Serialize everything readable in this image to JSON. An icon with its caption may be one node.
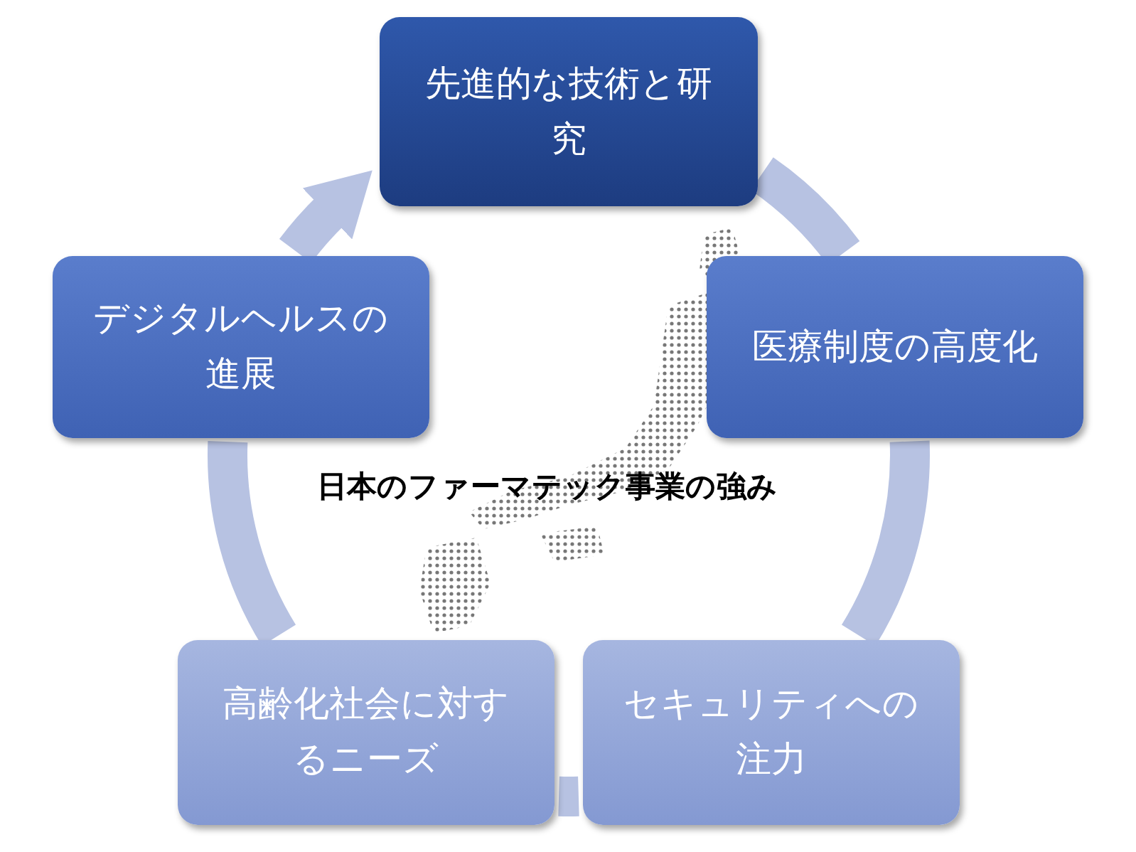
{
  "diagram": {
    "title": "日本のファーマテック事業の強み",
    "nodes": [
      {
        "text": [
          "先進的な技術と研究"
        ]
      },
      {
        "text": [
          "デジタルヘルスの進展"
        ]
      },
      {
        "text": [
          "医療制度の高度化"
        ]
      },
      {
        "text": [
          "高齢化社会に対するニーズ"
        ]
      },
      {
        "text": [
          "セキュリティへの注力"
        ]
      }
    ],
    "edges": [
      {
        "from": 0,
        "to": 2,
        "arrow": "none"
      },
      {
        "from": 2,
        "to": 4,
        "arrow": "none"
      },
      {
        "from": 4,
        "to": 3,
        "arrow": "none"
      },
      {
        "from": 3,
        "to": 1,
        "arrow": "none"
      },
      {
        "from": 1,
        "to": 0,
        "arrow": "to"
      }
    ]
  }
}
